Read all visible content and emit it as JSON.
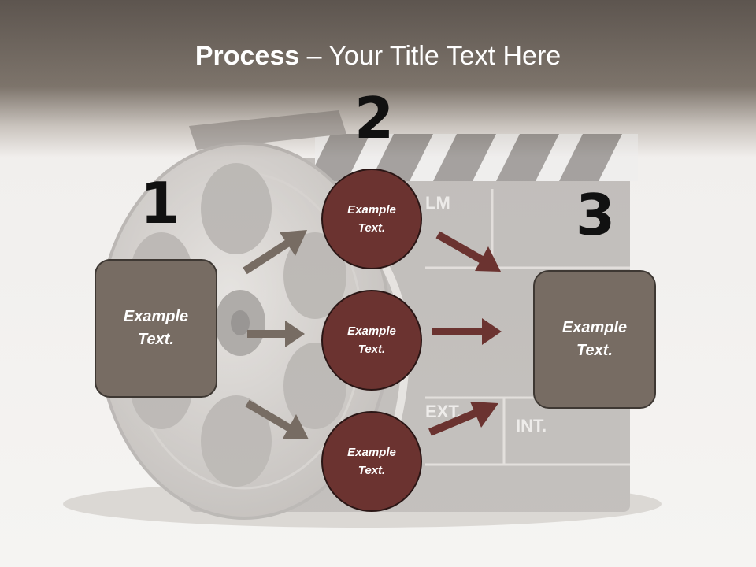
{
  "title": {
    "bold": "Process",
    "rest": " – Your Title Text Here"
  },
  "steps": [
    {
      "number": "1"
    },
    {
      "number": "2"
    },
    {
      "number": "3"
    }
  ],
  "left_box": {
    "text": "Example\nText."
  },
  "circles": [
    {
      "text": "Example\nText."
    },
    {
      "text": "Example\nText."
    },
    {
      "text": "Example\nText."
    }
  ],
  "right_box": {
    "text": "Example\nText."
  },
  "background_clapper_text": {
    "top": "LM",
    "ext": "EXT.",
    "int": "INT."
  },
  "colors": {
    "box_fill": "#776c63",
    "circle_fill": "#6b3330",
    "gray_arrow": "#776c63",
    "red_arrow": "#6b3330",
    "header": "#5d554f"
  },
  "icons": {
    "background": "film-reel-and-clapperboard-image"
  }
}
